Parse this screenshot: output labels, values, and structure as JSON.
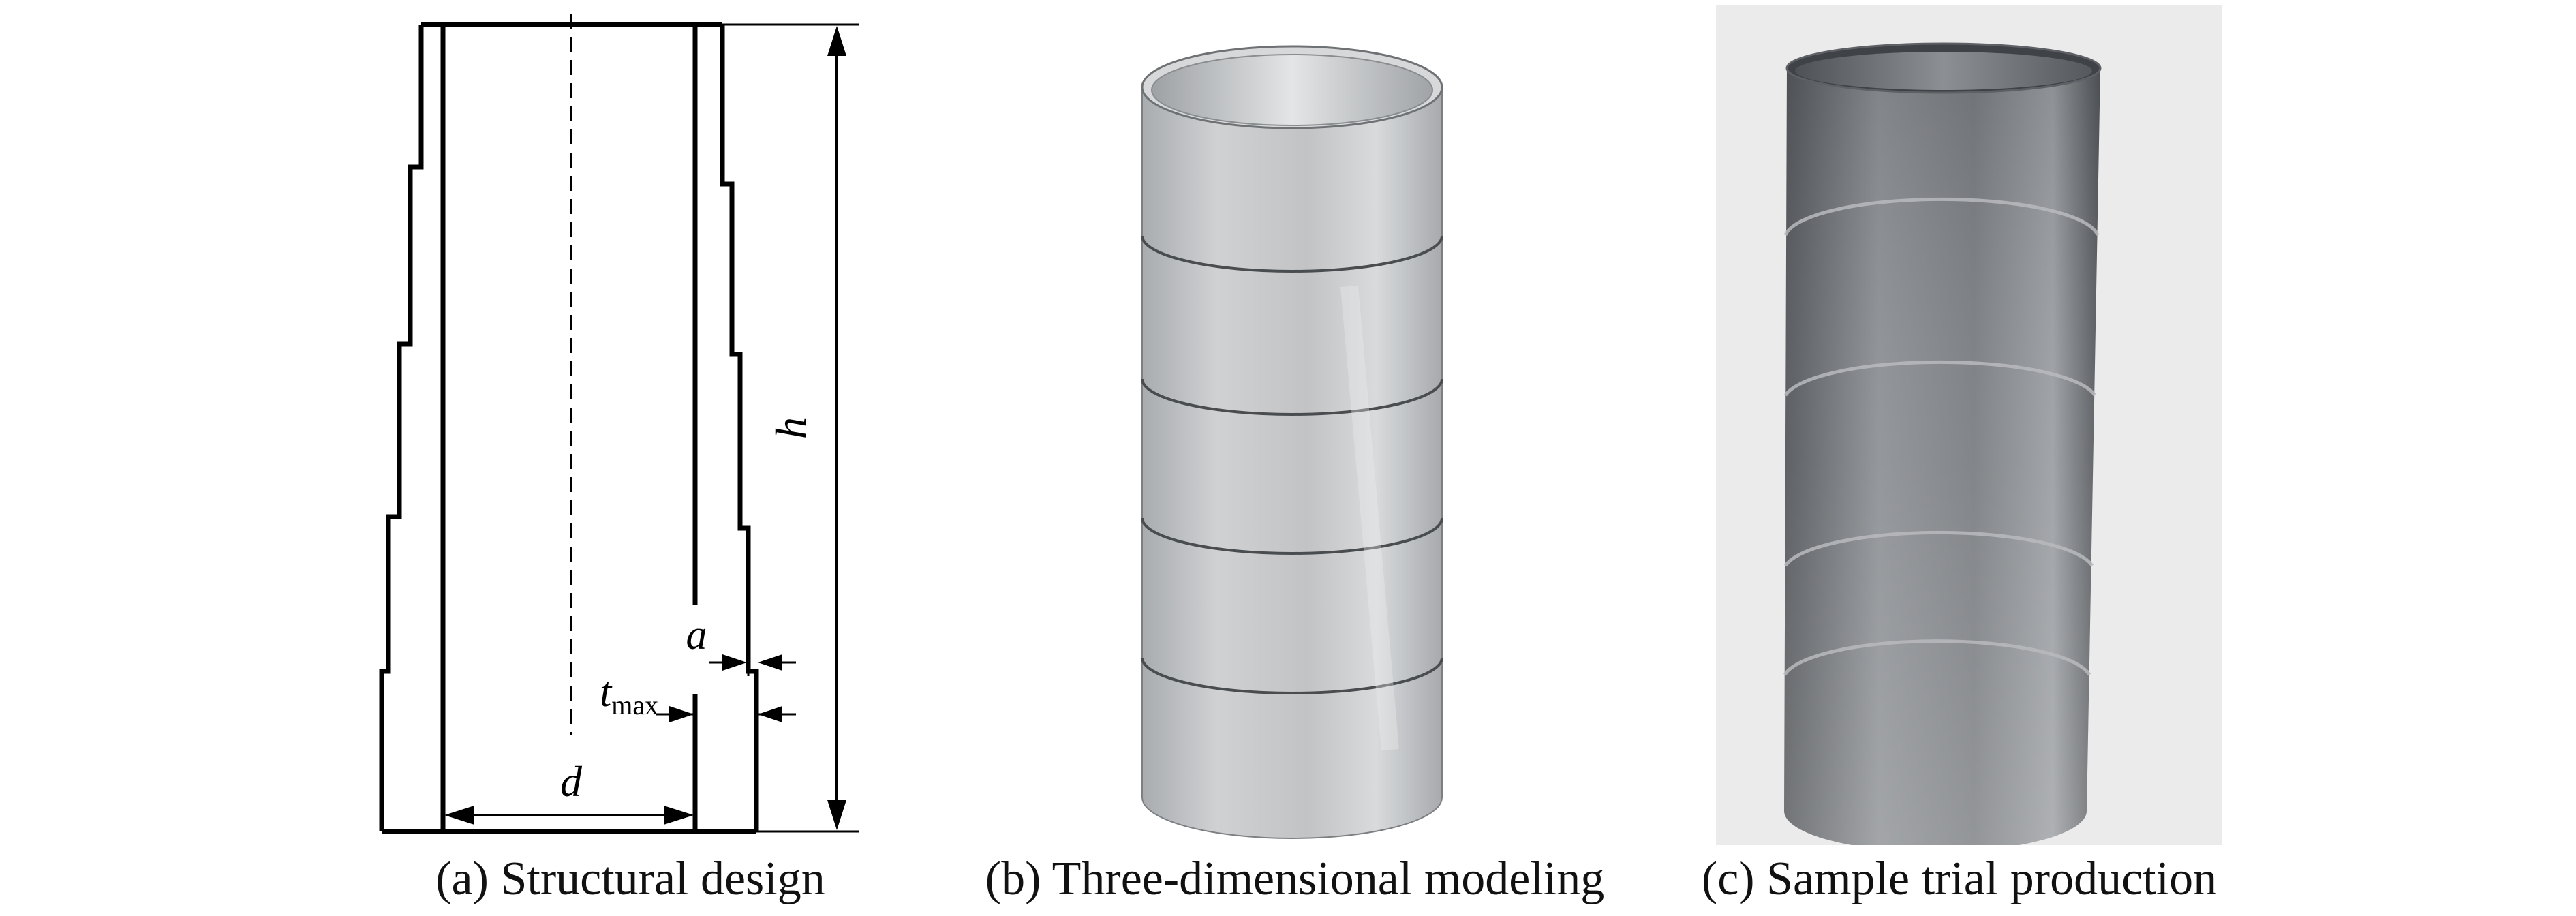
{
  "figure": {
    "panels": [
      {
        "id": "a",
        "caption": "(a) Structural design"
      },
      {
        "id": "b",
        "caption": "(b) Three-dimensional modeling"
      },
      {
        "id": "c",
        "caption": "(c) Sample trial production"
      }
    ],
    "dimension_labels": {
      "height": "h",
      "diameter": "d",
      "step": "a",
      "thickness_main": "t",
      "thickness_sub": "max"
    },
    "colors": {
      "line": "#000000",
      "model_metal": "#c4c6c8",
      "photo_background": "#ebebeb",
      "photo_metal": "#7a7c80"
    }
  }
}
